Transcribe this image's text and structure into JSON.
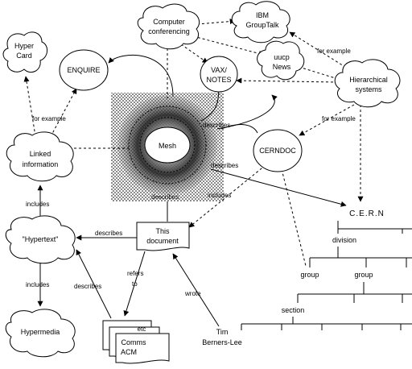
{
  "nodes": {
    "hypercard": "Hyper\nCard",
    "enquire": "ENQUIRE",
    "computer_conferencing": "Computer\nconferencing",
    "ibm_grouptalk": "IBM\nGroupTalk",
    "vax_notes": "VAX/\nNOTES",
    "uucp_news": "uucp\nNews",
    "hierarchical_systems": "Hierarchical\nsystems",
    "linked_information": "Linked\ninformation",
    "mesh": "Mesh",
    "cerndoc": "CERNDOC",
    "hypertext": "\"Hypertext\"",
    "this_document": "This\ndocument",
    "hypermedia": "Hypermedia",
    "docs_etc": "etc",
    "docs_comms_acm": "Comms\nACM",
    "tim_berners_lee": "Tim\nBerners-Lee"
  },
  "edge_labels": {
    "for_example_left": "for example",
    "for_example_top_right": "for example",
    "for_example_right": "for example",
    "describes_mesh_right": "describes",
    "describes_mesh_lower": "describes",
    "describes_bottom_mesh": "describes",
    "includes_cerndoc": "includes",
    "includes_linked": "includes",
    "includes_hypermedia": "includes",
    "describes_hypertext": "describes",
    "describes_docs": "describes",
    "refers_to": "refers\nto",
    "wrote": "wrote"
  },
  "org_tree": {
    "root": "C.E.R.N",
    "level1": "division",
    "level2_a": "group",
    "level2_b": "group",
    "level3": "section"
  }
}
